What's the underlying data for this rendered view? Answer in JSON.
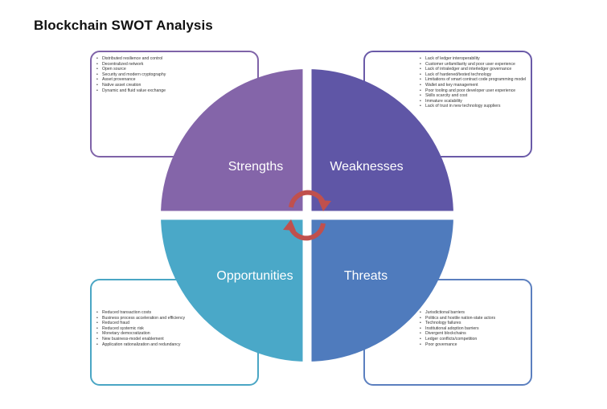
{
  "title": "Blockchain SWOT Analysis",
  "colors": {
    "strengths": "#8465a9",
    "weaknesses": "#5f56a6",
    "opportunities": "#4aa8c8",
    "threats": "#4f7bbd",
    "cycle_arrow": "#c0504d"
  },
  "quadrants": {
    "strengths": {
      "label": "Strengths",
      "items": [
        "Distributed resilience and control",
        "Decentralized network",
        "Open source",
        "Security and modern cryptography",
        "Asset provenance",
        "Native asset creation",
        "Dynamic and fluid value exchange"
      ]
    },
    "weaknesses": {
      "label": "Weaknesses",
      "items": [
        "Lack of ledger interoperability",
        "Customer unfamiliarity and poor user experience",
        "Lack of intraledger and interledger governance",
        "Lack of hardened/tested technology",
        "Limitations of smart contract code programming model",
        "Wallet and key management",
        "Poor tooling and poor developer user experience",
        "Skills scarcity and cost",
        "Immature scalability",
        "Lack of trust in new technology suppliers"
      ]
    },
    "opportunities": {
      "label": "Opportunities",
      "items": [
        "Reduced transaction costs",
        "Business process acceleration and efficiency",
        "Reduced fraud",
        "Reduced systemic risk",
        "Monetary democratization",
        "New business-model enablement",
        "Application rationalization and redundancy"
      ]
    },
    "threats": {
      "label": "Threats",
      "items": [
        "Jurisdictional barriers",
        "Politics and hostile nation-state actors",
        "Technology failures",
        "Institutional adoption barriers",
        "Divergent blockchains",
        "Ledger conflicts/competition",
        "Poor governance"
      ]
    }
  }
}
